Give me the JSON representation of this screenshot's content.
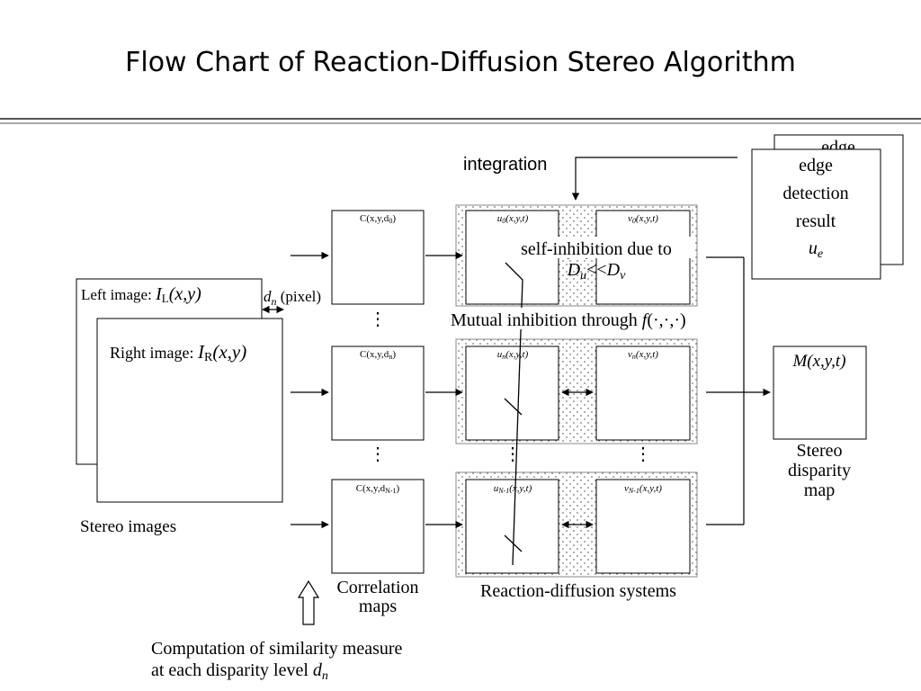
{
  "title": "Flow Chart of Reaction-Diffusion Stereo Algorithm",
  "labels": {
    "integration": "integration",
    "edge_back": "edge",
    "edge_line1": "edge",
    "edge_line2": "detection",
    "edge_line3": "result",
    "edge_symbol": "u",
    "edge_symbol_sub": "e",
    "left_image_prefix": "Left image: ",
    "left_image_I": "I",
    "left_image_sub": "L",
    "left_image_args": "(x,y)",
    "right_image_prefix": "Right image: ",
    "right_image_I": "I",
    "right_image_sub": "R",
    "right_image_args": "(x,y)",
    "dn_symbol": "d",
    "dn_sub": "n",
    "dn_unit": " (pixel)",
    "stereo_images": "Stereo images",
    "self_inhibition_line1": "self-inhibition due to",
    "self_inhibition_line2_a": "D",
    "self_inhibition_line2_sub_a": "u",
    "self_inhibition_line2_mid": "<<",
    "self_inhibition_line2_b": "D",
    "self_inhibition_line2_sub_b": "v",
    "mutual_inhibition_prefix": "Mutual inhibition through ",
    "mutual_inhibition_f": "f",
    "mutual_inhibition_args": "(·,·,·)",
    "correlation_line1": "Correlation",
    "correlation_line2": "maps",
    "reaction_diffusion": "Reaction-diffusion systems",
    "output_M": "M",
    "output_args": "(x,y,t)",
    "stereo_line1": "Stereo",
    "stereo_line2": "disparity",
    "stereo_line3": "map",
    "computation_line1": "Computation of similarity measure",
    "computation_line2": "at each disparity level ",
    "computation_d": "d",
    "computation_sub": "n",
    "vdots": "⋮"
  },
  "rows": [
    {
      "c_label": "C(x,y,d",
      "c_sub": "0",
      "u_label": "u",
      "u_sub": "0",
      "v_label": "v",
      "v_sub": "0",
      "args": "(x,y,t)"
    },
    {
      "c_label": "C(x,y,d",
      "c_sub": "n",
      "u_label": "u",
      "u_sub": "n",
      "v_label": "v",
      "v_sub": "n",
      "args": "(x,y,t)"
    },
    {
      "c_label": "C(x,y,d",
      "c_sub": "N-1",
      "u_label": "u",
      "u_sub": "N-1",
      "v_label": "v",
      "v_sub": "N-1",
      "args": "(x,y,t)"
    }
  ]
}
